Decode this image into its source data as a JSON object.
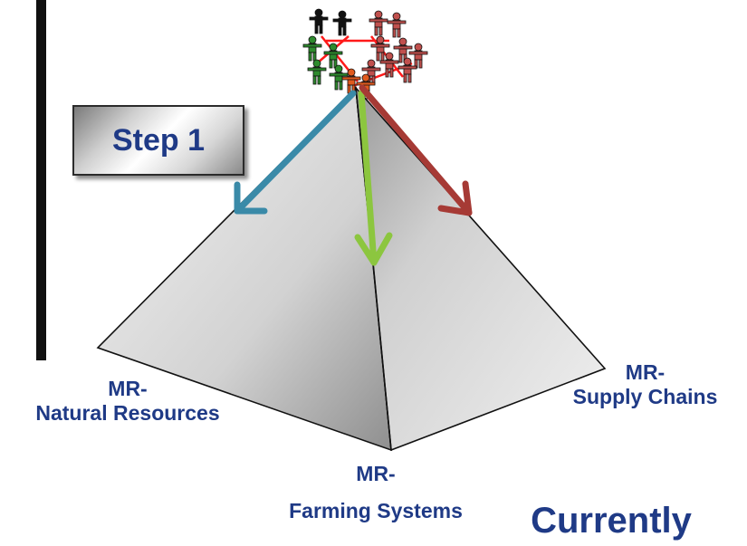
{
  "step": {
    "label": "Step 1"
  },
  "vertices": {
    "natural_resources": {
      "line1": "MR-",
      "line2": "Natural Resources"
    },
    "farming_systems": {
      "line1": "MR-",
      "line2": "Farming Systems"
    },
    "supply_chains": {
      "line1": "MR-",
      "line2": "Supply Chains"
    }
  },
  "status": {
    "label": "Currently"
  },
  "colors": {
    "text": "#1f3a86",
    "arrow_natural_resources": "#3a8aa8",
    "arrow_farming_systems": "#8cc63f",
    "arrow_supply_chains": "#a63a35",
    "people_green": "#2e8b2e",
    "people_red": "#c0504d",
    "people_black": "#111111",
    "network_lines": "#ff0000"
  },
  "icons": [
    "stakeholder-people-icons",
    "network-links"
  ]
}
